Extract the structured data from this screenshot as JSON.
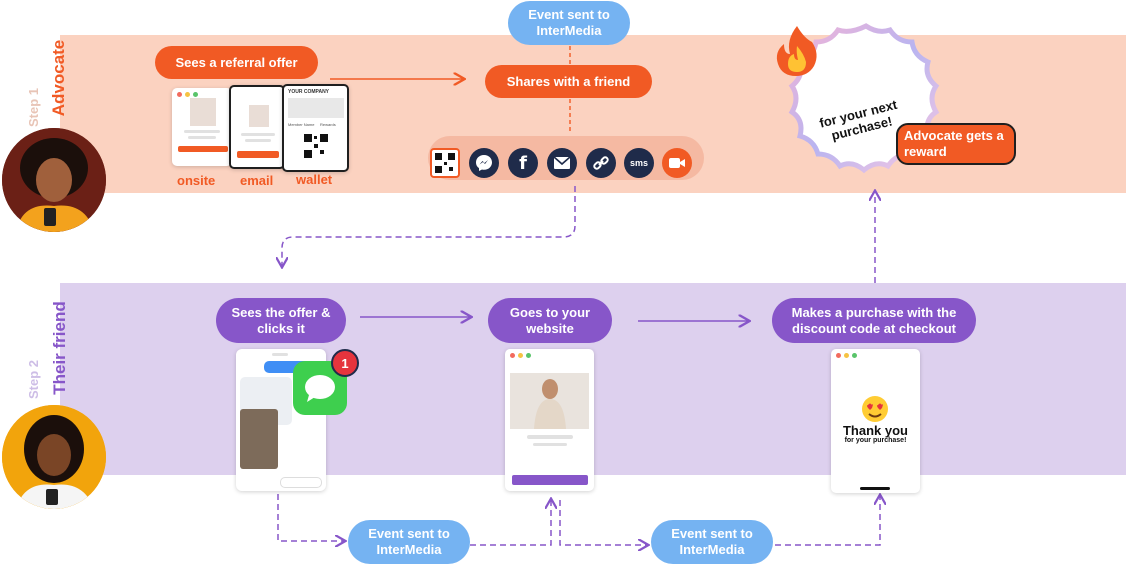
{
  "lanes": {
    "advocate": "Advocate",
    "friend": "Their friend"
  },
  "advocate_flow": {
    "step1": "Sees a referral offer",
    "step2": "Shares with a friend",
    "event_top": "Event sent to InterMedia",
    "reward": "Advocate gets a reward",
    "reward_text": "for your next purchase!",
    "channels": [
      "onsite",
      "email",
      "wallet"
    ],
    "wallet_card": {
      "company": "YOUR COMPANY",
      "field1": "Member Name",
      "field2": "Rewards"
    },
    "share_icons": [
      "qr-code-icon",
      "messenger-icon",
      "facebook-icon",
      "email-icon",
      "link-icon",
      "sms-icon",
      "video-icon"
    ],
    "sms_label": "sms"
  },
  "friend_flow": {
    "step1": "Sees the offer & clicks it",
    "step2": "Goes to your website",
    "step3": "Makes a purchase with the discount code at checkout",
    "event1": "Event sent to InterMedia",
    "event2": "Event sent to InterMedia",
    "notification_count": "1",
    "thank_you_title": "Thank you",
    "thank_you_sub": "for your purchase!"
  },
  "colors": {
    "orange": "#f15a24",
    "purple": "#8756c9",
    "blue": "#75b3f2",
    "advocate_band": "#fbd2c0",
    "friend_band": "#ddd0ee"
  }
}
